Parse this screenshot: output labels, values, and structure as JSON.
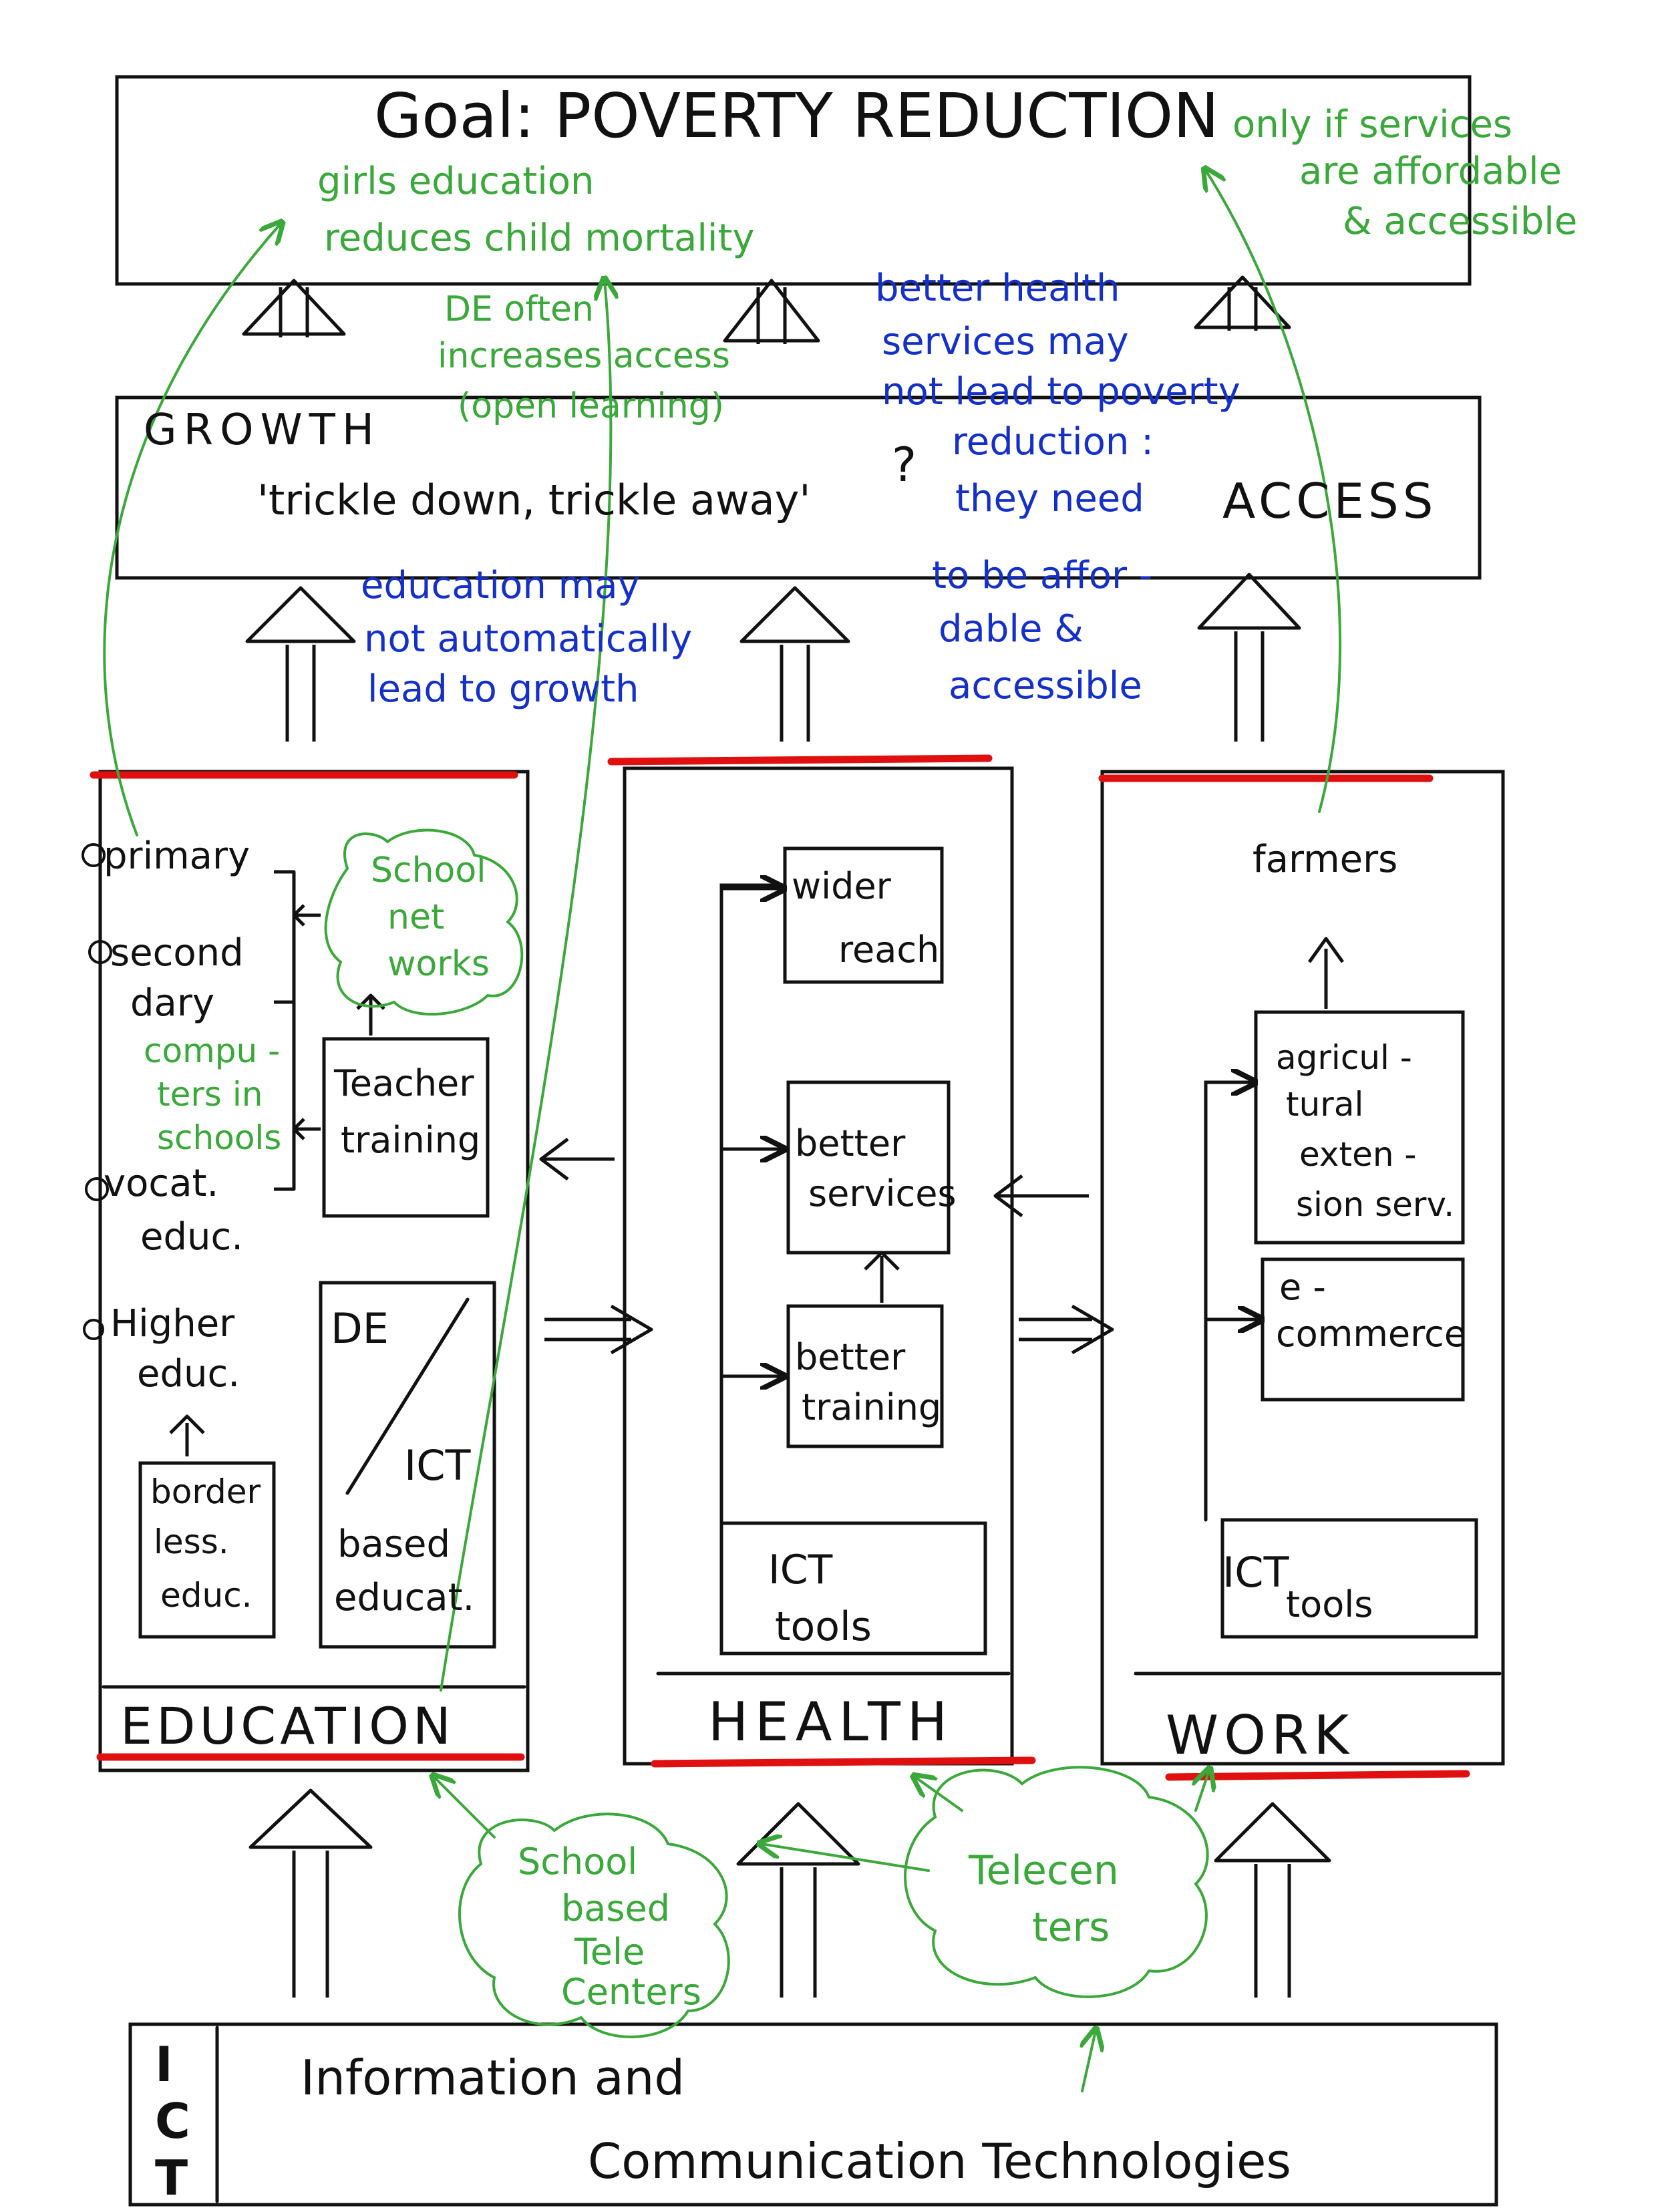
{
  "colors": {
    "ink": "#111111",
    "red": "#e01010",
    "green": "#3aa83a",
    "blue": "#1530c8"
  },
  "goal": {
    "text": "Goal: POVERTY REDUCTION"
  },
  "growth": {
    "title": "GROWTH",
    "quote": "'trickle down, trickle away'",
    "question": "?",
    "access": "ACCESS"
  },
  "notes": {
    "girls_1": "girls education",
    "girls_2": "reduces child mortality",
    "de_1": "DE often",
    "de_2": "increases access",
    "de_3": "(open learning)",
    "afford_1": "only if services",
    "afford_2": "are affordable",
    "afford_3": "& accessible",
    "health_1": "better health",
    "health_2": "services may",
    "health_3": "not lead to poverty",
    "health_4": "reduction :",
    "health_5": "they need",
    "health_6": "to be affor -",
    "health_7": "dable &",
    "health_8": "accessible",
    "edu_1": "education may",
    "edu_2": "not automatically",
    "edu_3": "lead to growth"
  },
  "education": {
    "label": "EDUCATION",
    "primary": "primary",
    "secondary_1": "second",
    "secondary_2": "dary",
    "vocat_1": "vocat.",
    "vocat_2": "educ.",
    "higher_1": "Higher",
    "higher_2": "educ.",
    "school_networks": [
      "School",
      "net",
      "works"
    ],
    "computers": [
      "compu -",
      "ters in",
      "schools"
    ],
    "teacher": [
      "Teacher",
      "training"
    ],
    "de": "DE",
    "ict": "ICT",
    "based": [
      "based",
      "educat."
    ],
    "borderless": [
      "border",
      "less.",
      "educ."
    ]
  },
  "health": {
    "label": "HEALTH",
    "wider": [
      "wider",
      "reach"
    ],
    "better_services": [
      "better",
      "services"
    ],
    "better_training": [
      "better",
      "training"
    ],
    "ict_tools": [
      "ICT",
      "tools"
    ]
  },
  "work": {
    "label": "WORK",
    "farmers": "farmers",
    "agricultural": [
      "agricul -",
      "tural",
      "exten -",
      "sion serv."
    ],
    "ecommerce": [
      "e -",
      "commerce"
    ],
    "ict_tools": [
      "ICT",
      "tools"
    ]
  },
  "clouds": {
    "school_telecenters": [
      "School",
      "based",
      "Tele",
      "Centers"
    ],
    "telecenters": [
      "Telecen",
      "ters"
    ]
  },
  "ict": {
    "letters": [
      "I",
      "C",
      "T"
    ],
    "line1": "Information and",
    "line2": "Communication Technologies"
  }
}
